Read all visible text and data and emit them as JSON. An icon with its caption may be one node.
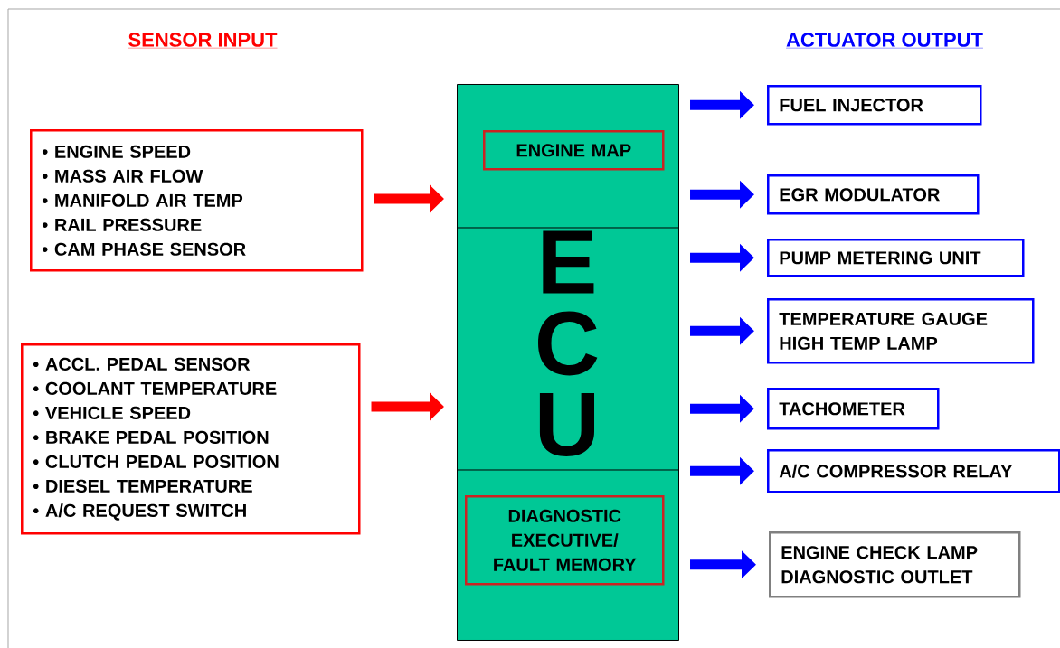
{
  "diagram": {
    "nodes": [
      {
        "text": [
          "• ENGINE SPEED",
          "• MASS AIR FLOW",
          "• MANIFOLD AIR TEMP",
          "• RAIL PRESSURE",
          "• CAM PHASE SENSOR"
        ]
      },
      {
        "text": [
          "• ACCL. PEDAL SENSOR",
          "• COOLANT TEMPERATURE",
          "• VEHICLE SPEED",
          "• BRAKE PEDAL POSITION",
          "• CLUTCH PEDAL POSITION",
          "• DIESEL TEMPERATURE",
          "• A/C REQUEST SWITCH"
        ]
      },
      {
        "text": [
          "E",
          "C",
          "U"
        ]
      },
      {
        "text": [
          "ENGINE MAP"
        ],
        "in": 2
      },
      {
        "text": [
          "DIAGNOSTIC EXECUTIVE/ FAULT MEMORY"
        ],
        "in": 2
      },
      {
        "text": [
          "FUEL INJECTOR"
        ]
      },
      {
        "text": [
          "EGR MODULATOR"
        ]
      },
      {
        "text": [
          "PUMP METERING UNIT"
        ]
      },
      {
        "text": [
          "TEMPERATURE GAUGE",
          "HIGH TEMP LAMP"
        ]
      },
      {
        "text": [
          "TACHOMETER"
        ]
      },
      {
        "text": [
          "A/C COMPRESSOR RELAY"
        ]
      },
      {
        "text": [
          "ENGINE CHECK LAMP",
          "DIAGNOSTIC OUTLET"
        ]
      }
    ],
    "edges": [
      {
        "from": 0,
        "to": 2,
        "arrow": "to",
        "color": "#ff0000"
      },
      {
        "from": 1,
        "to": 2,
        "arrow": "to",
        "color": "#ff0000"
      },
      {
        "from": 2,
        "to": 5,
        "arrow": "to"
      },
      {
        "from": 2,
        "to": 6,
        "arrow": "to"
      },
      {
        "from": 2,
        "to": 7,
        "arrow": "to"
      },
      {
        "from": 2,
        "to": 8,
        "arrow": "to"
      },
      {
        "from": 2,
        "to": 9,
        "arrow": "to"
      },
      {
        "from": 2,
        "to": 10,
        "arrow": "to"
      },
      {
        "from": 2,
        "to": 11,
        "arrow": "to"
      }
    ],
    "labels": [
      "SENSOR INPUT",
      "ACTUATOR OUTPUT"
    ]
  }
}
